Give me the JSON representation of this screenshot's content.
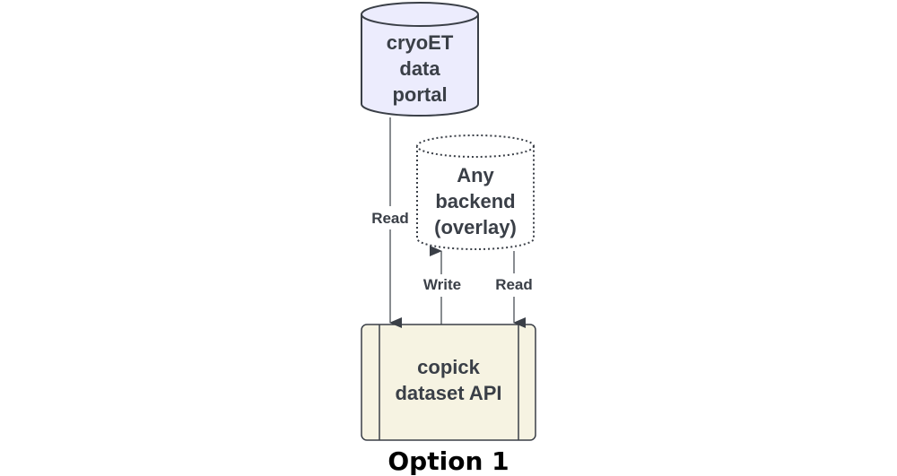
{
  "nodes": {
    "portal": {
      "lines": [
        "cryoET",
        "data",
        "portal"
      ],
      "fill": "#ececfd",
      "stroke": "#3a3f47"
    },
    "backend": {
      "lines": [
        "Any",
        "backend",
        "(overlay)"
      ],
      "fill": "#ffffff",
      "stroke": "#3a3f47"
    },
    "api": {
      "lines": [
        "copick",
        "dataset API"
      ],
      "fill": "#f6f3e2",
      "stroke": "#3a3f47"
    }
  },
  "edges": {
    "portal_read": "Read",
    "backend_write": "Write",
    "backend_read": "Read"
  },
  "caption": "Option 1",
  "colors": {
    "line": "#3a3f47",
    "text": "#3a3f47"
  }
}
